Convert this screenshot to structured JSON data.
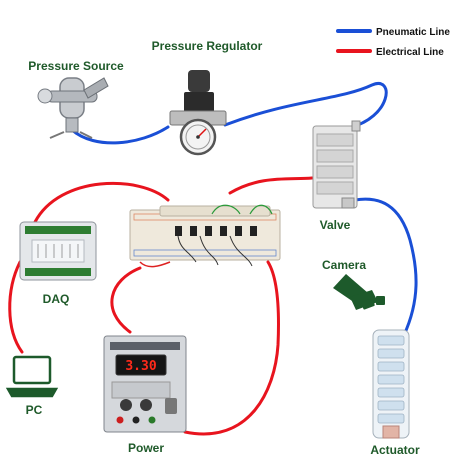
{
  "legend": {
    "pneumatic": {
      "label": "Pneumatic Line",
      "color": "#1a4fd6"
    },
    "electrical": {
      "label": "Electrical Line",
      "color": "#e8141e"
    }
  },
  "labels": {
    "pressure_source": "Pressure Source",
    "pressure_regulator": "Pressure Regulator",
    "valve": "Valve",
    "camera": "Camera",
    "daq": "DAQ",
    "pc": "PC",
    "power": "Power",
    "actuator": "Actuator"
  },
  "label_color": "#1f5a2a",
  "power_supply_display": "3.30"
}
